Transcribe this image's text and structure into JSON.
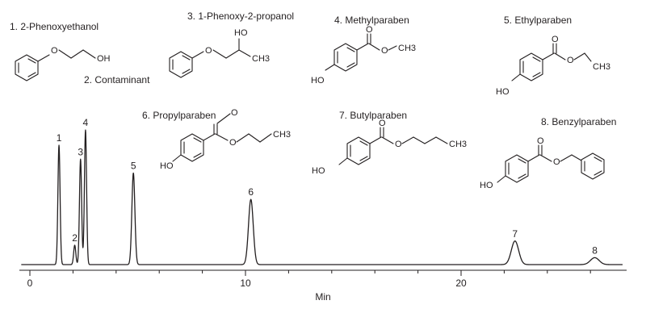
{
  "chart_data": {
    "type": "line",
    "xlabel": "Min",
    "xlim": [
      0,
      27.5
    ],
    "ylim": [
      0,
      1
    ],
    "x_ticks": [
      0,
      10,
      20
    ],
    "x_tick_labels": [
      "0",
      "10",
      "20"
    ],
    "peaks": [
      {
        "label": "1",
        "rt": 1.35,
        "height": 0.86,
        "width": 0.05
      },
      {
        "label": "2",
        "rt": 2.08,
        "height": 0.14,
        "width": 0.05
      },
      {
        "label": "3",
        "rt": 2.35,
        "height": 0.76,
        "width": 0.05
      },
      {
        "label": "4",
        "rt": 2.58,
        "height": 0.97,
        "width": 0.05
      },
      {
        "label": "5",
        "rt": 4.8,
        "height": 0.66,
        "width": 0.07
      },
      {
        "label": "6",
        "rt": 10.25,
        "height": 0.47,
        "width": 0.11
      },
      {
        "label": "7",
        "rt": 22.5,
        "height": 0.17,
        "width": 0.17
      },
      {
        "label": "8",
        "rt": 26.2,
        "height": 0.05,
        "width": 0.2
      }
    ]
  },
  "compounds": [
    {
      "number": "1.",
      "name": "2-Phenoxyethanol",
      "groups": [
        "OH"
      ]
    },
    {
      "number": "2.",
      "name": "Contaminant"
    },
    {
      "number": "3.",
      "name": "1-Phenoxy-2-propanol",
      "groups": [
        "HO",
        "CH3"
      ]
    },
    {
      "number": "4.",
      "name": "Methylparaben",
      "groups": [
        "HO",
        "CH3"
      ]
    },
    {
      "number": "5.",
      "name": "Ethylparaben",
      "groups": [
        "HO",
        "CH3"
      ]
    },
    {
      "number": "6.",
      "name": "Propylparaben",
      "groups": [
        "HO",
        "CH3"
      ]
    },
    {
      "number": "7.",
      "name": "Butylparaben",
      "groups": [
        "HO",
        "CH3"
      ]
    },
    {
      "number": "8.",
      "name": "Benzylparaben",
      "groups": [
        "HO"
      ]
    }
  ]
}
